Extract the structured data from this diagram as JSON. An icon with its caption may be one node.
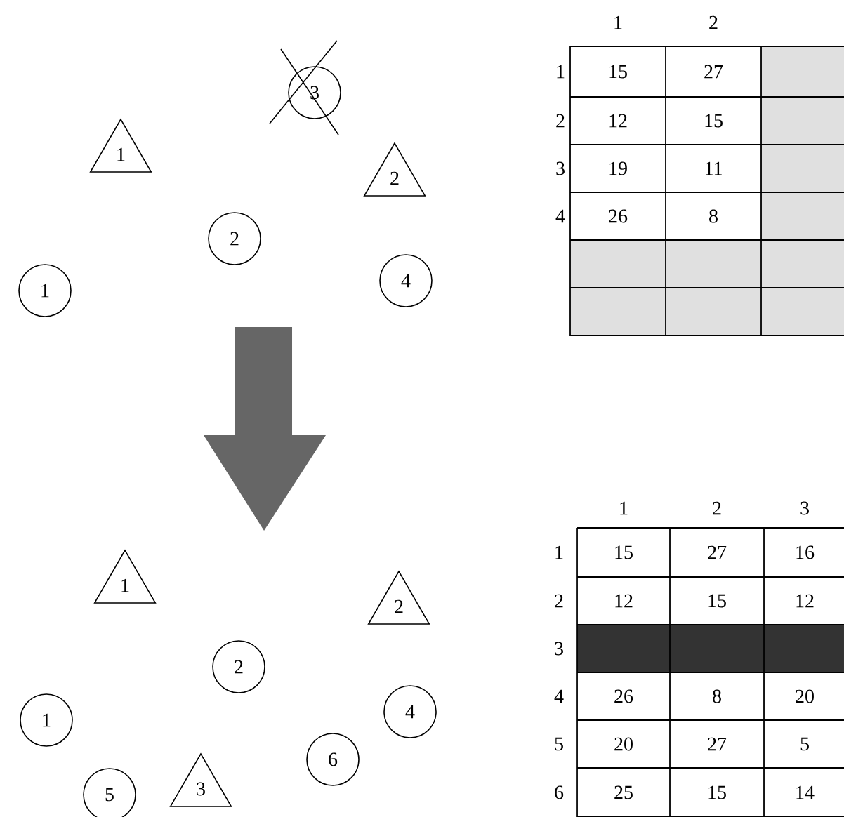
{
  "diagram": {
    "nodes": [
      {
        "text": [
          "1"
        ]
      },
      {
        "text": [
          "3"
        ]
      },
      {
        "text": [
          "2"
        ]
      },
      {
        "text": [
          "2"
        ]
      },
      {
        "text": [
          "1"
        ]
      },
      {
        "text": [
          "4"
        ]
      },
      {
        "text": [
          "1"
        ]
      },
      {
        "text": [
          "2"
        ]
      },
      {
        "text": [
          "2"
        ]
      },
      {
        "text": [
          "1"
        ]
      },
      {
        "text": [
          "4"
        ]
      },
      {
        "text": [
          "6"
        ]
      },
      {
        "text": [
          "5"
        ]
      },
      {
        "text": [
          "3"
        ]
      }
    ],
    "labels": [
      "1",
      "2",
      "1",
      "15",
      "27",
      "2",
      "12",
      "15",
      "3",
      "19",
      "11",
      "4",
      "26",
      "8",
      "1",
      "2",
      "3",
      "1",
      "15",
      "27",
      "16",
      "2",
      "12",
      "15",
      "12",
      "3",
      "4",
      "26",
      "8",
      "20",
      "5",
      "20",
      "27",
      "5",
      "6",
      "25",
      "15",
      "14"
    ]
  }
}
